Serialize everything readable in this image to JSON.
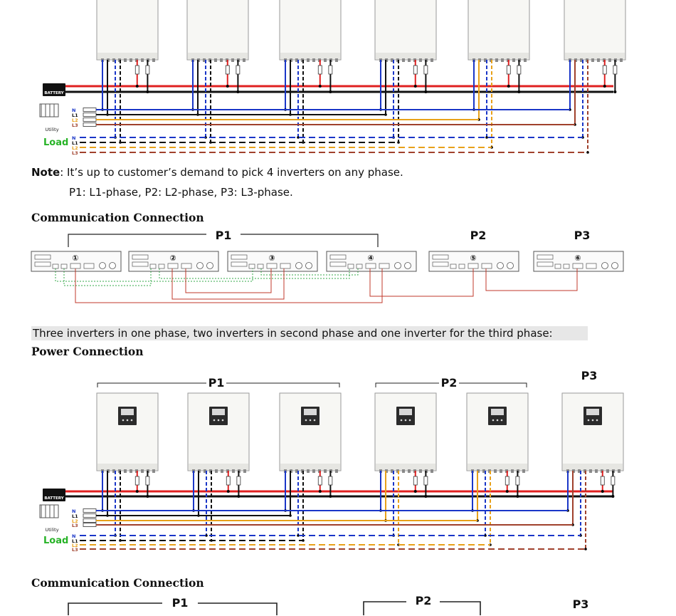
{
  "note": {
    "label": "Note",
    "line1": ": It’s up to customer’s demand to pick 4 inverters on any phase.",
    "line2": "P1: L1-phase, P2: L2-phase, P3: L3-phase."
  },
  "section_comm_1": "Communication Connection",
  "config_2_desc": "Three inverters in one phase, two inverters in second phase and one inverter for the third phase:",
  "section_power_2": "Power Connection",
  "section_comm_2": "Communication Connection",
  "phase_labels": {
    "p1": "P1",
    "p2": "P2",
    "p3": "P3"
  },
  "side_labels": {
    "battery": "BATTERY",
    "utility": "Utility",
    "load": "Load",
    "lines": [
      "N",
      "L1",
      "L2",
      "L3"
    ]
  },
  "unit_numbers": [
    "①",
    "②",
    "③",
    "④",
    "⑤",
    "⑥"
  ],
  "colors": {
    "red": "#e02020",
    "black": "#111111",
    "blue": "#1a36c8",
    "orange": "#e8a11a",
    "brown": "#a0412c",
    "green_dotted": "#36a84a",
    "comm_red": "#c0392b",
    "load_green": "#27b327"
  }
}
